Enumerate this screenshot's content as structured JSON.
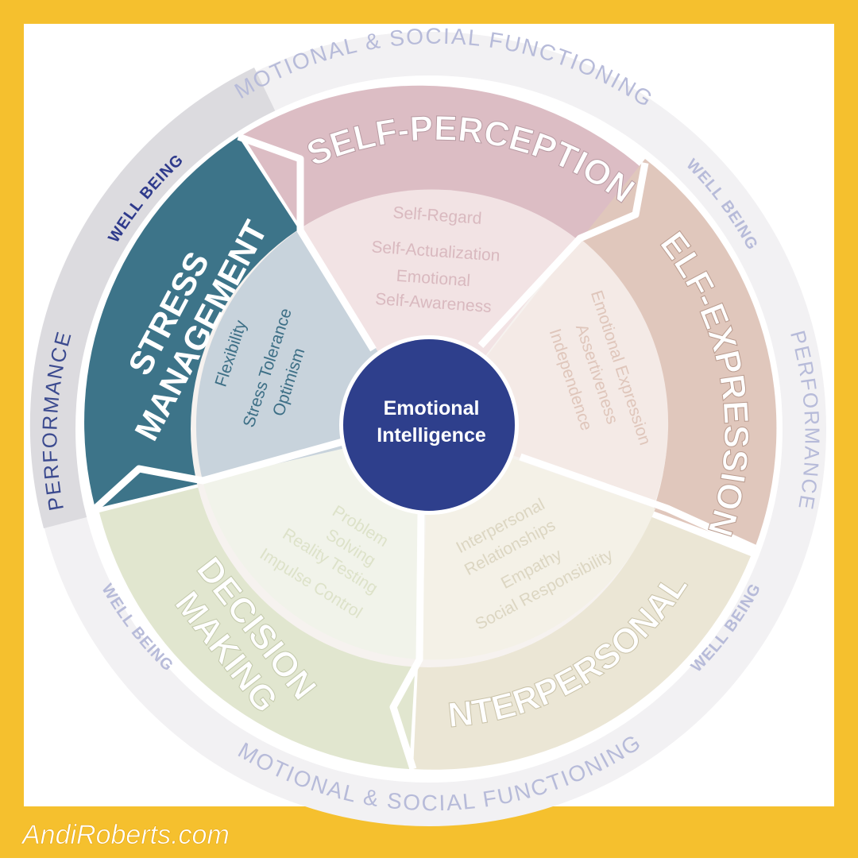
{
  "center": {
    "line1": "Emotional",
    "line2": "Intelligence"
  },
  "outer_ring": {
    "top": "EMOTIONAL & SOCIAL FUNCTIONING",
    "bottom": "EMOTIONAL & SOCIAL FUNCTIONING",
    "left": "PERFORMANCE",
    "right": "PERFORMANCE",
    "well_being_upper_left": "WELL BEING",
    "well_being_upper_right": "WELL BEING",
    "well_being_lower_left": "WELL BEING",
    "well_being_lower_right": "WELL BEING"
  },
  "composites": {
    "self_perception": {
      "title": "SELF-PERCEPTION",
      "subscales": [
        "Self-Regard",
        "Self-Actualization",
        "Emotional",
        "Self-Awareness"
      ]
    },
    "self_expression": {
      "title": "SELF-EXPRESSION",
      "subscales": [
        "Emotional Expression",
        "Assertiveness",
        "Independence"
      ]
    },
    "interpersonal": {
      "title": "INTERPERSONAL",
      "subscales": [
        "Interpersonal",
        "Relationships",
        "Empathy",
        "Social Responsibility"
      ]
    },
    "decision_making": {
      "title_line1": "DECISION",
      "title_line2": "MAKING",
      "subscales": [
        "Problem",
        "Solving",
        "Reality Testing",
        "Impulse Control"
      ]
    },
    "stress_management": {
      "title_line1": "STRESS",
      "title_line2": "MANAGEMENT",
      "subscales": [
        "Flexibility",
        "Stress Tolerance",
        "Optimism"
      ]
    }
  },
  "colors": {
    "frame": "#f5c02e",
    "center": "#2e3f8c",
    "stress_management": "#3d7489",
    "self_perception": "#dcbdc4",
    "self_expression": "#e0c7bc",
    "interpersonal": "#ebe6d5",
    "decision_making": "#e1e6cf"
  },
  "signature": "AndiRoberts.com"
}
